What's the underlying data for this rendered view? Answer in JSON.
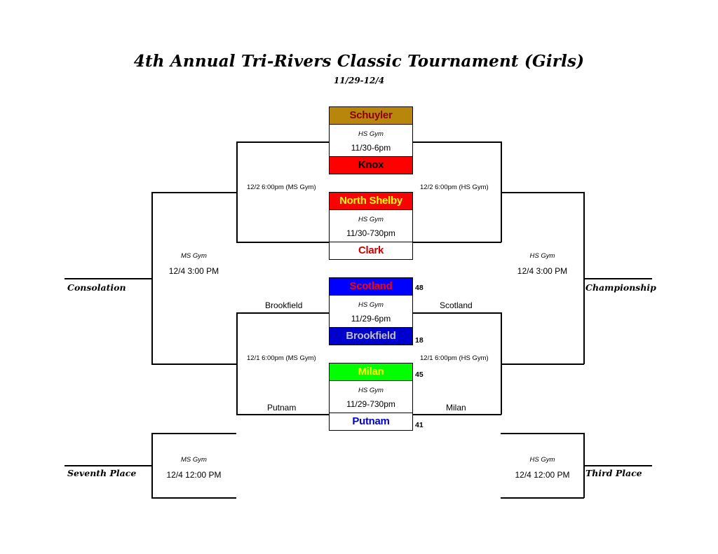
{
  "title": "4th Annual Tri-Rivers Classic Tournament (Girls)",
  "subtitle": "11/29-12/4",
  "games": [
    {
      "top": {
        "name": "Schuyler",
        "bg": "#b8860b",
        "fg": "#8b0000"
      },
      "gym": "HS Gym",
      "time": "11/30-6pm",
      "bottom": {
        "name": "Knox",
        "bg": "#ff0000",
        "fg": "#000000"
      }
    },
    {
      "top": {
        "name": "North Shelby",
        "bg": "#ff0000",
        "fg": "#ffff00"
      },
      "gym": "HS Gym",
      "time": "11/30-730pm",
      "bottom": {
        "name": "Clark",
        "bg": "#ffffff",
        "fg": "#cc0000"
      }
    },
    {
      "top": {
        "name": "Scotland",
        "bg": "#0000ff",
        "fg": "#ff0000",
        "score": "48"
      },
      "gym": "HS Gym",
      "time": "11/29-6pm",
      "bottom": {
        "name": "Brookfield",
        "bg": "#0000cc",
        "fg": "#c0c0c0",
        "score": "18"
      }
    },
    {
      "top": {
        "name": "Milan",
        "bg": "#00ff00",
        "fg": "#ffff00",
        "score": "45"
      },
      "gym": "HS Gym",
      "time": "11/29-730pm",
      "bottom": {
        "name": "Putnam",
        "bg": "#ffffff",
        "fg": "#0000cc",
        "score": "41"
      }
    }
  ],
  "semis": {
    "left_top": "12/2 6:00pm (MS Gym)",
    "right_top": "12/2 6:00pm (HS Gym)",
    "left_bottom": "12/1 6:00pm (MS Gym)",
    "right_bottom": "12/1 6:00pm (HS Gym)"
  },
  "results": {
    "left_upper": "Brookfield",
    "right_upper": "Scotland",
    "left_lower": "Putnam",
    "right_lower": "Milan"
  },
  "finals": {
    "consolation": {
      "label": "Consolation",
      "gym": "MS Gym",
      "time": "12/4 3:00 PM"
    },
    "championship": {
      "label": "Championship",
      "gym": "HS Gym",
      "time": "12/4 3:00 PM"
    },
    "seventh": {
      "label": "Seventh Place",
      "gym": "MS Gym",
      "time": "12/4 12:00 PM"
    },
    "third": {
      "label": "Third Place",
      "gym": "HS Gym",
      "time": "12/4 12:00 PM"
    }
  }
}
